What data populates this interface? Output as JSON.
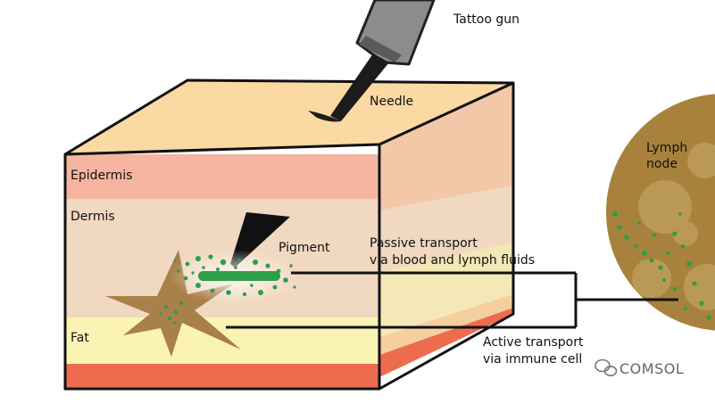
{
  "labels": {
    "tattoo_gun": "Tattoo gun",
    "needle": "Needle",
    "epidermis": "Epidermis",
    "dermis": "Dermis",
    "fat": "Fat",
    "pigment": "Pigment",
    "lymph_node_line1": "Lymph",
    "lymph_node_line2": "node",
    "passive_line1": "Passive transport",
    "passive_line2": "via blood and lymph fluids",
    "active_line1": "Active transport",
    "active_line2": "via immune cell"
  },
  "watermark": {
    "text": "COMSOL",
    "icon": "wechat-icon"
  },
  "colors": {
    "skin_top": "#fbd9a3",
    "epidermis": "#f6b5a0",
    "dermis": "#f1d8c0",
    "fat": "#fbf3b4",
    "bottom": "#ee6c4e",
    "pigment": "#2e9e4a",
    "immune_cell": "#a9804a",
    "lymph_node": "#a8823c",
    "outline": "#111111"
  }
}
